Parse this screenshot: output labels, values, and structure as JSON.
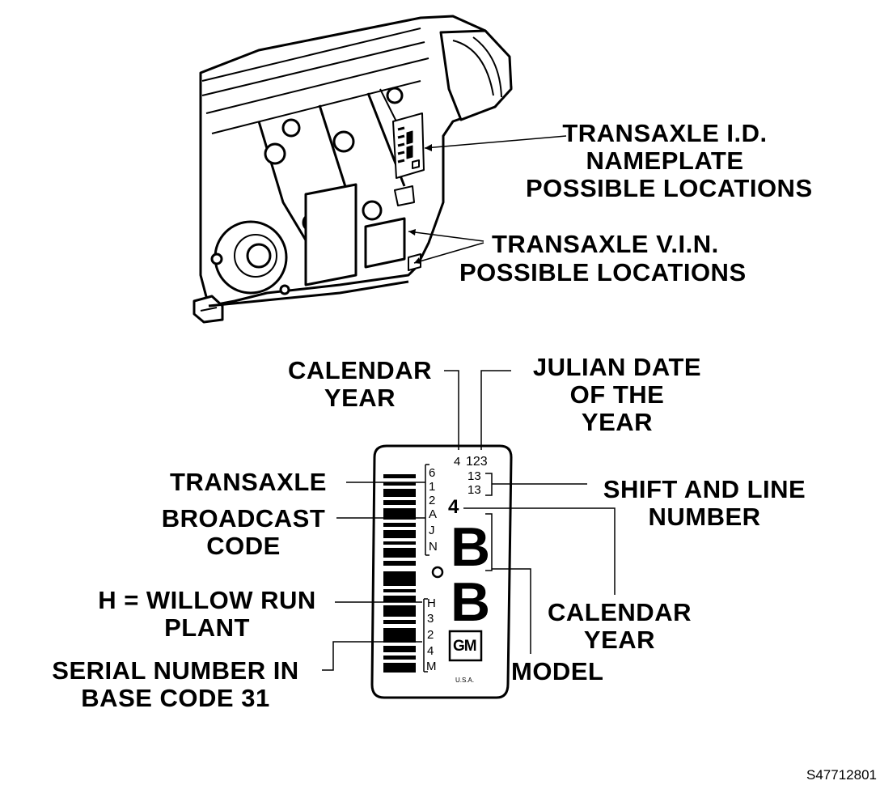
{
  "top_labels": {
    "nameplate_line1": "TRANSAXLE I.D.",
    "nameplate_line2": "NAMEPLATE",
    "nameplate_line3": "POSSIBLE LOCATIONS",
    "vin_line1": "TRANSAXLE V.I.N.",
    "vin_line2": "POSSIBLE LOCATIONS"
  },
  "callouts": {
    "calendar_year_top_1": "CALENDAR",
    "calendar_year_top_2": "YEAR",
    "julian_1": "JULIAN DATE",
    "julian_2": "OF THE",
    "julian_3": "YEAR",
    "transaxle": "TRANSAXLE",
    "broadcast_1": "BROADCAST",
    "broadcast_2": "CODE",
    "shift_1": "SHIFT AND LINE",
    "shift_2": "NUMBER",
    "willow_1": "H = WILLOW RUN",
    "willow_2": "PLANT",
    "calendar_year_right_1": "CALENDAR",
    "calendar_year_right_2": "YEAR",
    "serial_1": "SERIAL NUMBER IN",
    "serial_2": "BASE CODE 31",
    "model": "MODEL"
  },
  "plate": {
    "year_digit": "4",
    "julian_date": "123",
    "shift_1": "13",
    "shift_2": "13",
    "year_large": "4",
    "model_letter_1": "B",
    "model_letter_2": "B",
    "broadcast_chars": [
      "6",
      "1",
      "2",
      "A",
      "J",
      "N"
    ],
    "serial_chars": [
      "H",
      "3",
      "2",
      "4",
      "M"
    ],
    "logo": "GM",
    "country": "U.S.A."
  },
  "figure_id": "S47712801"
}
